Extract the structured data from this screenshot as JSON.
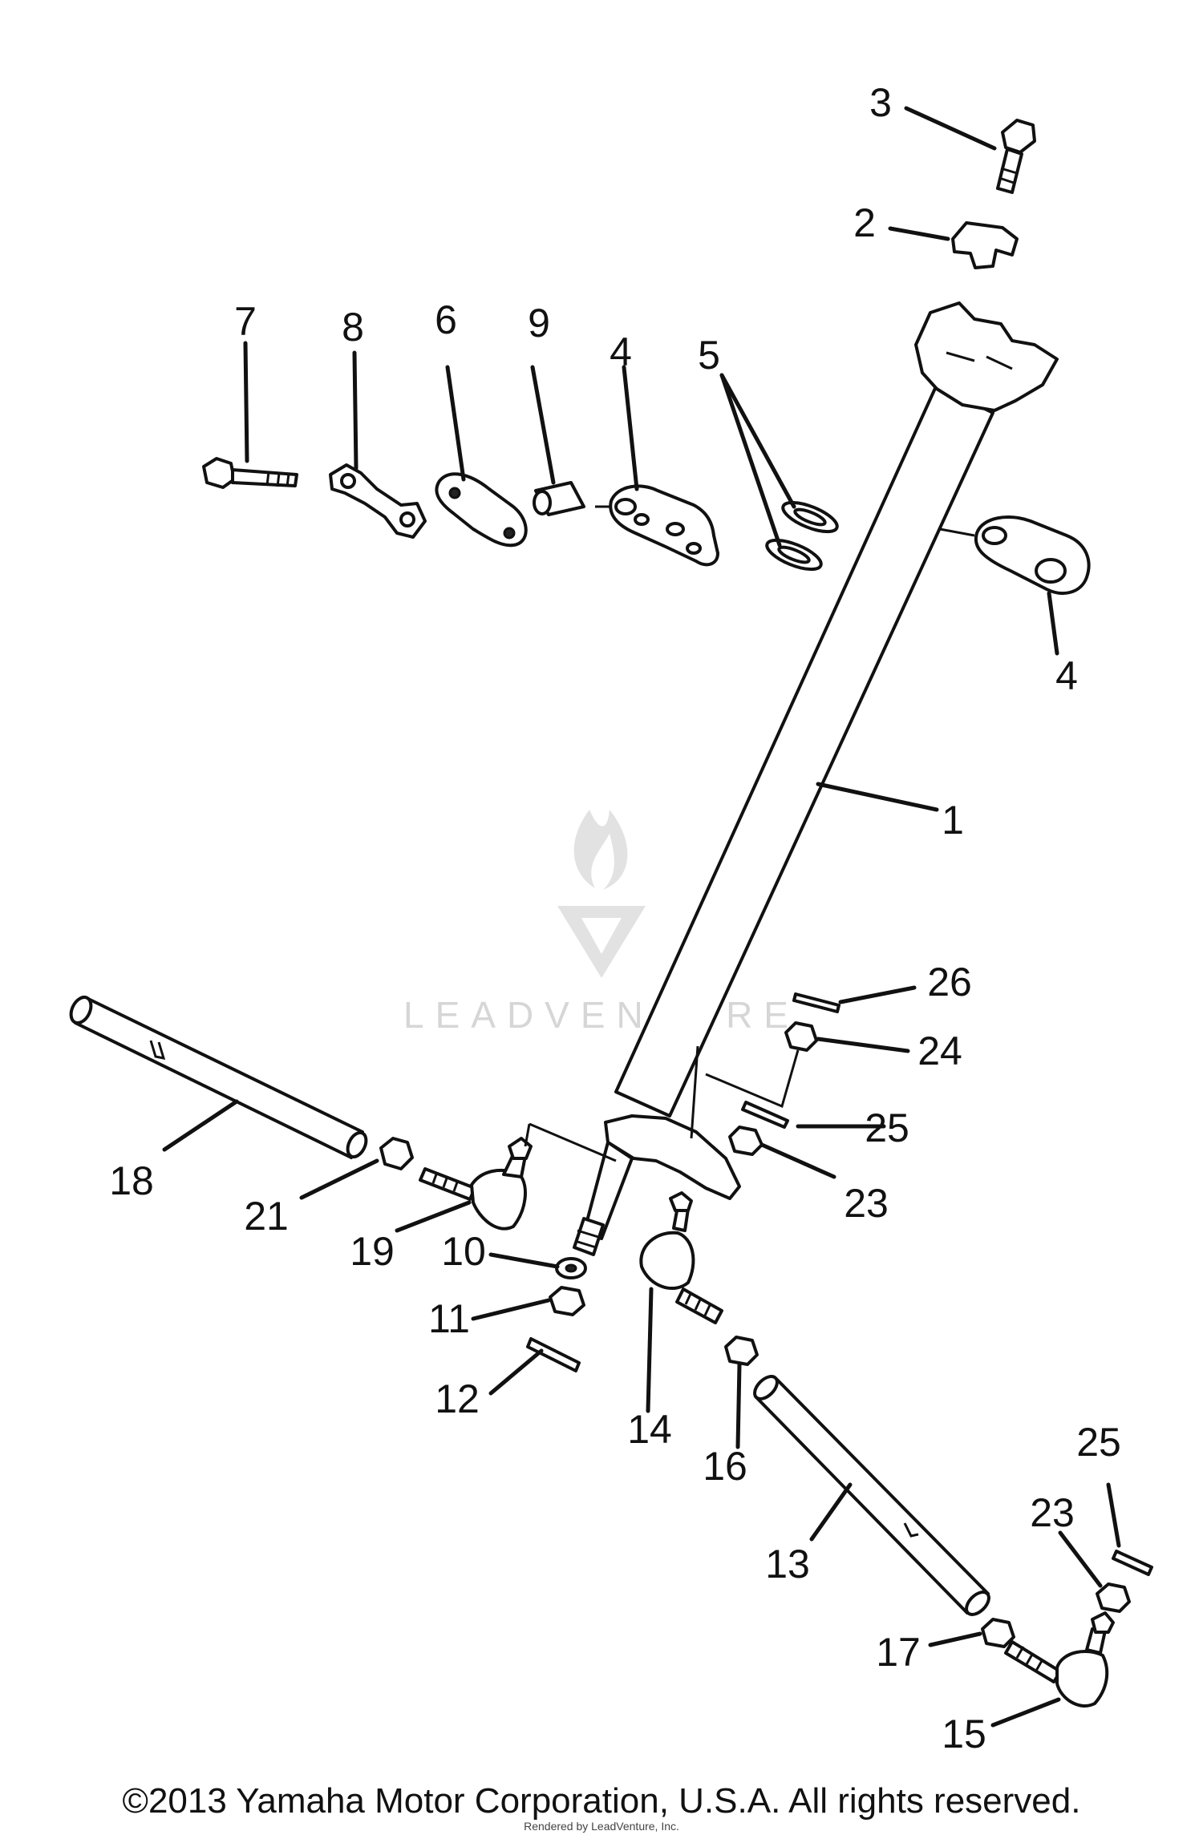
{
  "watermark": {
    "brand": "LEADVENTURE"
  },
  "callouts": [
    {
      "id": "c3",
      "label": "3"
    },
    {
      "id": "c2",
      "label": "2"
    },
    {
      "id": "c7",
      "label": "7"
    },
    {
      "id": "c8",
      "label": "8"
    },
    {
      "id": "c6",
      "label": "6"
    },
    {
      "id": "c9",
      "label": "9"
    },
    {
      "id": "c4a",
      "label": "4"
    },
    {
      "id": "c5",
      "label": "5"
    },
    {
      "id": "c4b",
      "label": "4"
    },
    {
      "id": "c1",
      "label": "1"
    },
    {
      "id": "c26",
      "label": "26"
    },
    {
      "id": "c24",
      "label": "24"
    },
    {
      "id": "c25a",
      "label": "25"
    },
    {
      "id": "c23a",
      "label": "23"
    },
    {
      "id": "c18",
      "label": "18"
    },
    {
      "id": "c21",
      "label": "21"
    },
    {
      "id": "c19",
      "label": "19"
    },
    {
      "id": "c10",
      "label": "10"
    },
    {
      "id": "c11",
      "label": "11"
    },
    {
      "id": "c12",
      "label": "12"
    },
    {
      "id": "c14",
      "label": "14"
    },
    {
      "id": "c16",
      "label": "16"
    },
    {
      "id": "c13",
      "label": "13"
    },
    {
      "id": "c25b",
      "label": "25"
    },
    {
      "id": "c23b",
      "label": "23"
    },
    {
      "id": "c17",
      "label": "17"
    },
    {
      "id": "c15",
      "label": "15"
    }
  ],
  "footer": {
    "copyright": "©2013 Yamaha Motor Corporation, U.S.A. All rights reserved.",
    "credit": "Rendered by LeadVenture, Inc."
  }
}
